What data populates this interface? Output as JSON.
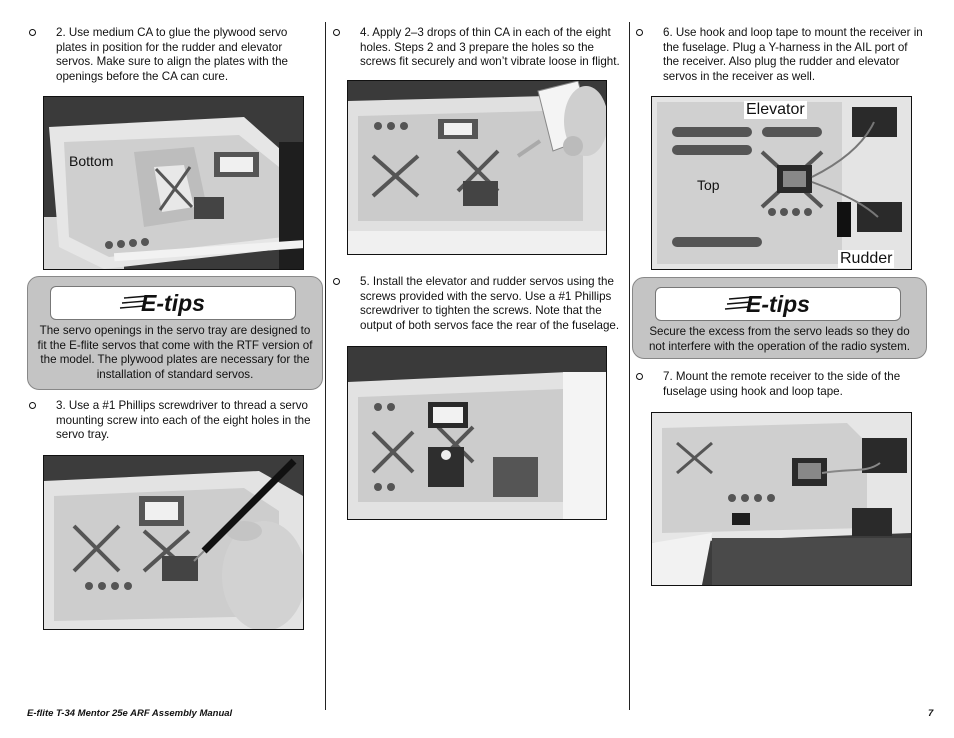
{
  "column1": {
    "step2": "2. Use medium CA to glue the plywood servo plates in position for the rudder and elevator servos. Make sure to align the plates with the openings before the CA can cure.",
    "photo1_label": "Bottom",
    "etip_logo": "E-tips",
    "etip_text": "The servo openings in the servo tray are designed to fit the E-flite servos that come with the RTF version of the model. The plywood plates are necessary for the installation of standard servos.",
    "step3": "3. Use a #1 Phillips screwdriver to thread a servo mounting screw into each of the eight holes in the servo tray."
  },
  "column2": {
    "step4": "4. Apply 2–3 drops of thin CA in each of the eight holes. Steps 2 and 3 prepare the holes so the screws fit securely and won’t vibrate loose in flight.",
    "step5": "5. Install the elevator and rudder servos using the screws provided with the servo. Use a #1 Phillips screwdriver to tighten the screws. Note that the output of both servos face the rear of the fuselage."
  },
  "column3": {
    "step6": "6. Use hook and loop tape to mount the receiver in the fuselage. Plug a Y-harness in the AIL port of the receiver. Also plug the rudder and elevator servos in the receiver as well.",
    "photo_label_elevator": "Elevator",
    "photo_label_top": "Top",
    "photo_label_rudder": "Rudder",
    "etip_logo": "E-tips",
    "etip_text": "Secure the excess from the servo leads so they do not interfere with the operation of the radio system.",
    "step7": "7. Mount the remote receiver to the side of the fuselage using hook and loop tape."
  },
  "footer": {
    "manual_title": "E-flite T-34 Mentor 25e ARF Assembly Manual",
    "page_number": "7"
  }
}
